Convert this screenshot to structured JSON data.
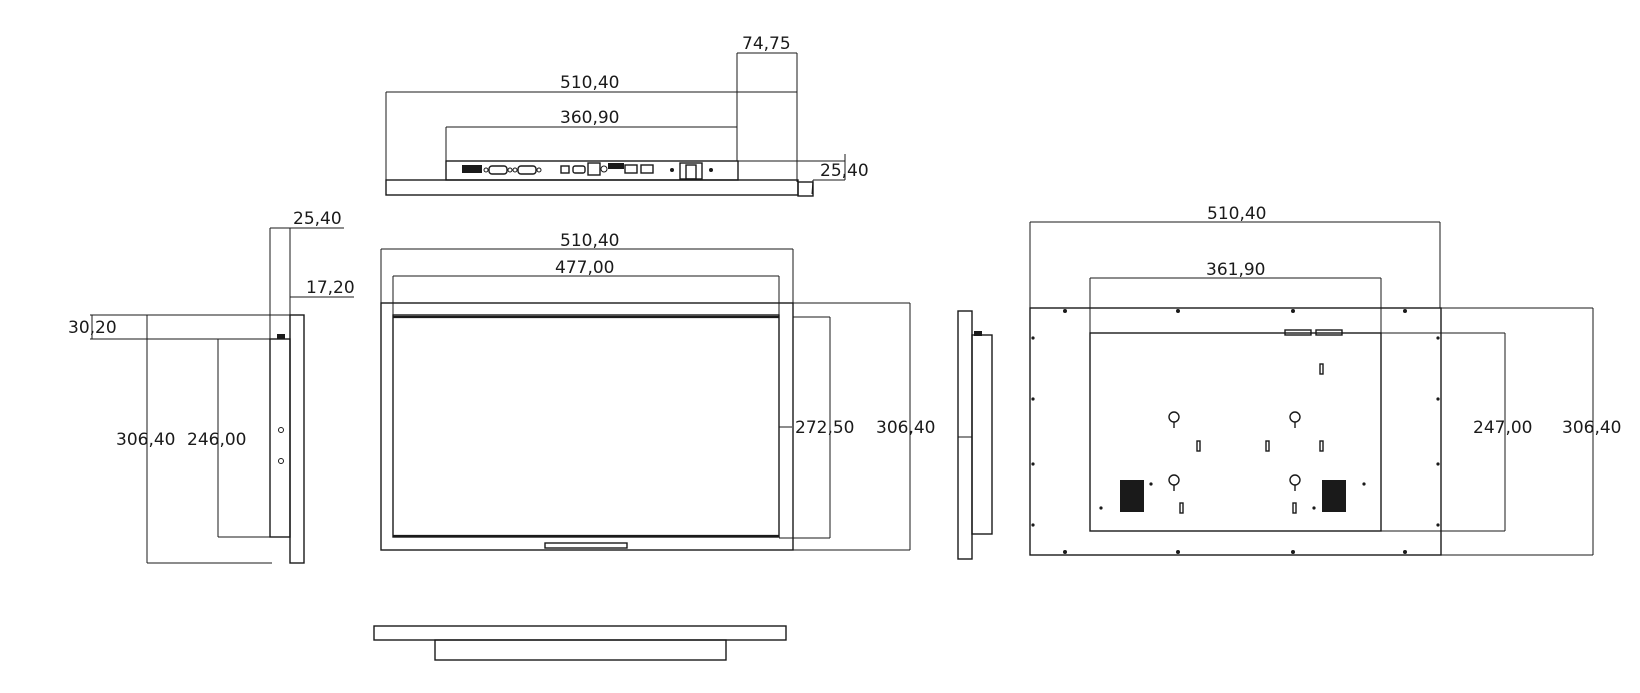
{
  "top_view": {
    "overall_width": "510,40",
    "port_width": "360,90",
    "port_depth": "74,75",
    "thickness": "25,40"
  },
  "side_view": {
    "depth": "25,40",
    "bezel_depth": "17,20",
    "top_offset": "30,20",
    "overall_height": "306,40",
    "inner_height": "246,00"
  },
  "front_view": {
    "overall_width": "510,40",
    "screen_width": "477,00",
    "screen_height": "272,50",
    "overall_height": "306,40"
  },
  "rear_view": {
    "overall_width": "510,40",
    "box_width": "361,90",
    "box_height": "247,00",
    "overall_height": "306,40"
  }
}
